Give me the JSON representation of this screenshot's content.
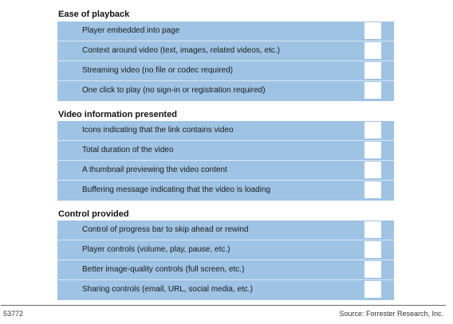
{
  "sections": [
    {
      "title": "Ease of playback",
      "items": [
        {
          "label": "Player embedded into page",
          "checked": false
        },
        {
          "label": "Context around video (text, images, related videos, etc.)",
          "checked": false
        },
        {
          "label": "Streaming video (no file or codec required)",
          "checked": false
        },
        {
          "label": "One click to play (no sign-in or registration required)",
          "checked": false
        }
      ]
    },
    {
      "title": "Video information presented",
      "items": [
        {
          "label": "Icons indicating that the link contains video",
          "checked": false
        },
        {
          "label": "Total duration of the video",
          "checked": false
        },
        {
          "label": "A thumbnail previewing the video content",
          "checked": false
        },
        {
          "label": "Buffering message indicating that the video is loading",
          "checked": false
        }
      ]
    },
    {
      "title": "Control provided",
      "items": [
        {
          "label": "Control of progress bar to skip ahead or rewind",
          "checked": false
        },
        {
          "label": "Player controls (volume, play, pause, etc.)",
          "checked": false
        },
        {
          "label": "Better image-quality controls (full screen, etc.)",
          "checked": false
        },
        {
          "label": "Sharing controls (email, URL, social media, etc.)",
          "checked": false
        }
      ]
    }
  ],
  "footer": {
    "figure_id": "53772",
    "source": "Source: Forrester Research, Inc."
  },
  "colors": {
    "row_fill": "#9fc3e4",
    "row_divider": "#d9e7f4",
    "checkbox_fill": "#ffffff"
  }
}
